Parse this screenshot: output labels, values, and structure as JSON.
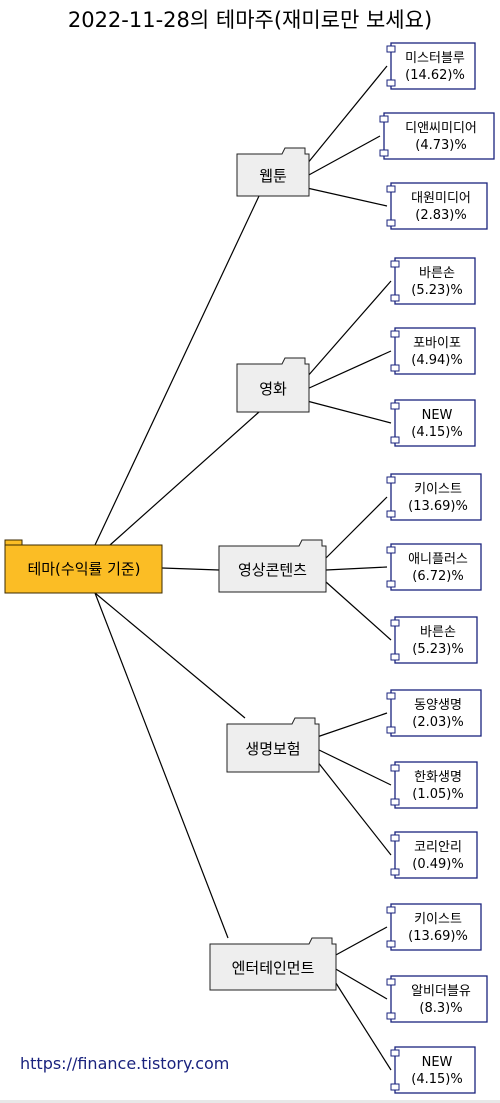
{
  "title": "2022-11-28의 테마주(재미로만 보세요)",
  "root": {
    "label": "테마(수익률 기준)",
    "color": "#fbbd25"
  },
  "themes": [
    {
      "name": "웹툰",
      "stocks": [
        {
          "name": "미스터블루",
          "return": "(14.62)%"
        },
        {
          "name": "디앤씨미디어",
          "return": "(4.73)%"
        },
        {
          "name": "대원미디어",
          "return": "(2.83)%"
        }
      ]
    },
    {
      "name": "영화",
      "stocks": [
        {
          "name": "바른손",
          "return": "(5.23)%"
        },
        {
          "name": "포바이포",
          "return": "(4.94)%"
        },
        {
          "name": "NEW",
          "return": "(4.15)%"
        }
      ]
    },
    {
      "name": "영상콘텐츠",
      "stocks": [
        {
          "name": "키이스트",
          "return": "(13.69)%"
        },
        {
          "name": "애니플러스",
          "return": "(6.72)%"
        },
        {
          "name": "바른손",
          "return": "(5.23)%"
        }
      ]
    },
    {
      "name": "생명보험",
      "stocks": [
        {
          "name": "동양생명",
          "return": "(2.03)%"
        },
        {
          "name": "한화생명",
          "return": "(1.05)%"
        },
        {
          "name": "코리안리",
          "return": "(0.49)%"
        }
      ]
    },
    {
      "name": "엔터테인먼트",
      "stocks": [
        {
          "name": "키이스트",
          "return": "(13.69)%"
        },
        {
          "name": "알비더블유",
          "return": "(8.3)%"
        },
        {
          "name": "NEW",
          "return": "(4.15)%"
        }
      ]
    }
  ],
  "footer": "https://finance.tistory.com"
}
